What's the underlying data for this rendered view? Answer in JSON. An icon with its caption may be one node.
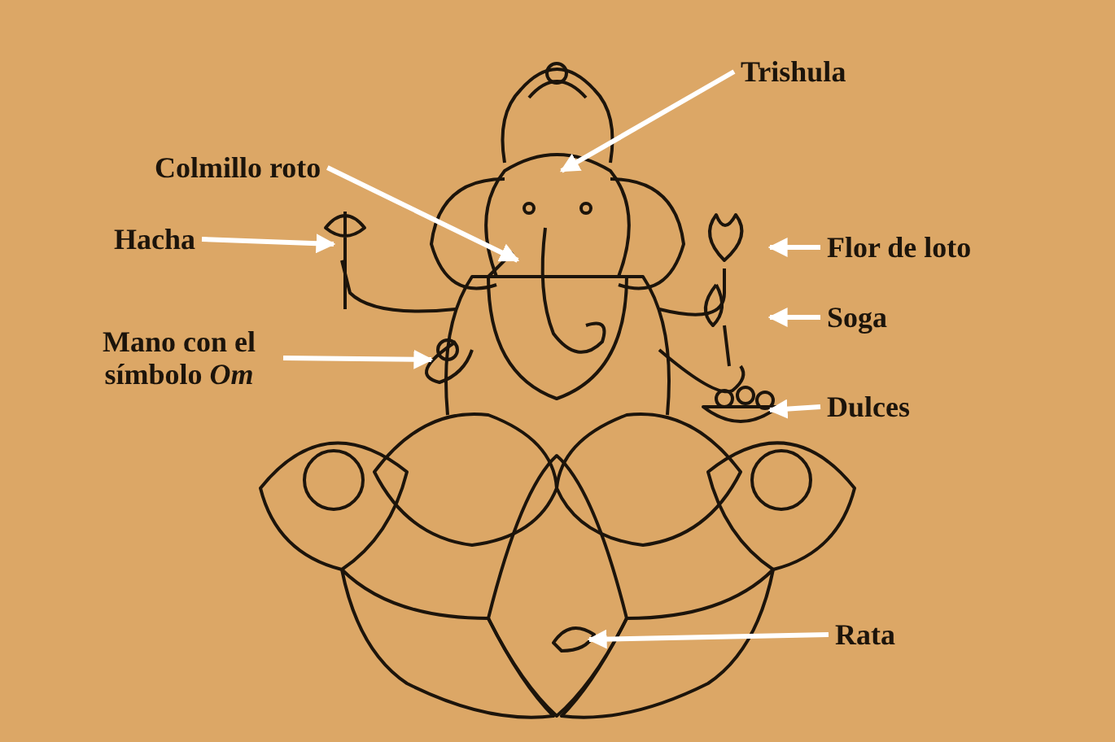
{
  "diagram": {
    "nodes": [
      {
        "text": [
          "Trishula"
        ]
      },
      {
        "text": [
          "Colmillo roto"
        ]
      },
      {
        "text": [
          "Hacha"
        ]
      },
      {
        "text": [
          "Flor de loto"
        ]
      },
      {
        "text": [
          "Soga"
        ]
      },
      {
        "text": [
          "Mano con el símbolo *Om*"
        ]
      },
      {
        "text": [
          "Dulces"
        ]
      },
      {
        "text": [
          "Rata"
        ]
      }
    ],
    "edges": [
      {
        "from": 0,
        "to": null,
        "arrow": "to"
      },
      {
        "from": 1,
        "to": null,
        "arrow": "to"
      },
      {
        "from": 2,
        "to": null,
        "arrow": "to"
      },
      {
        "from": 3,
        "to": null,
        "arrow": "to"
      },
      {
        "from": 4,
        "to": null,
        "arrow": "to"
      },
      {
        "from": 5,
        "to": null,
        "arrow": "to"
      },
      {
        "from": 6,
        "to": null,
        "arrow": "to"
      },
      {
        "from": 7,
        "to": null,
        "arrow": "to"
      }
    ]
  }
}
